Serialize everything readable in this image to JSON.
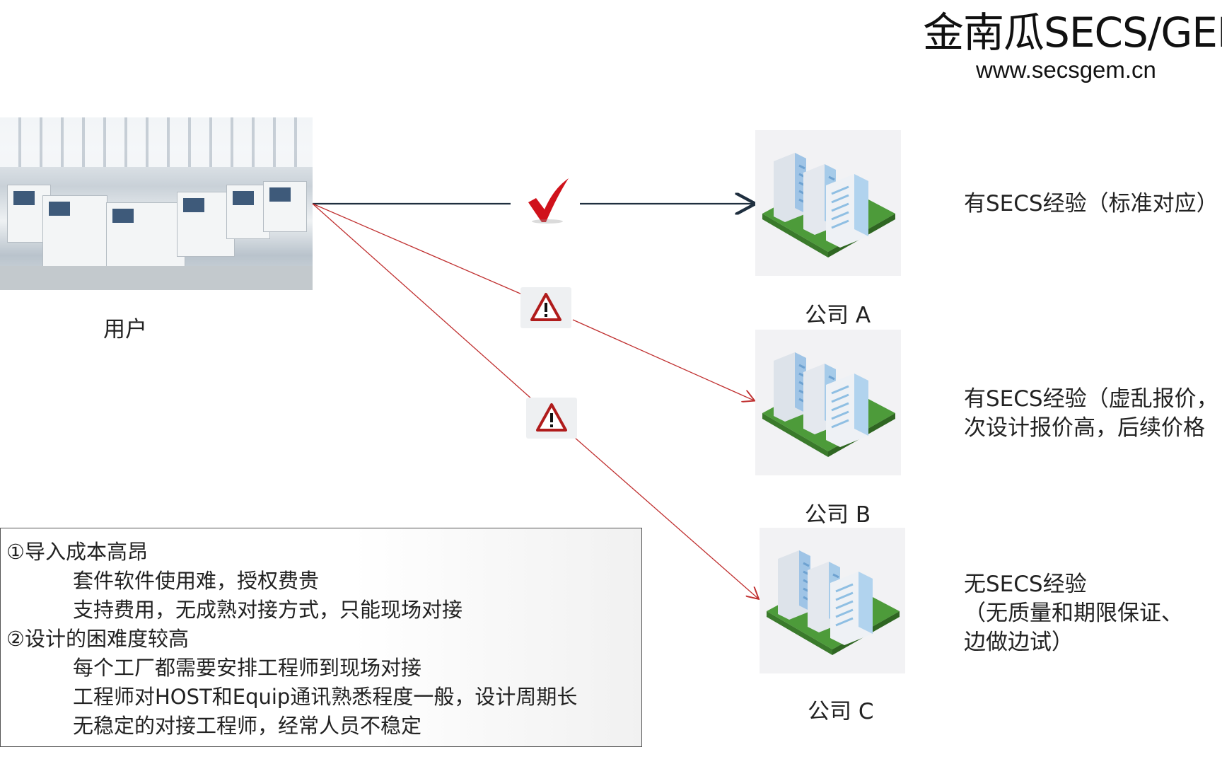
{
  "brand": {
    "title": "金南瓜SECS/GEM",
    "url": "www.secsgem.cn"
  },
  "user_label": "用户",
  "companies": [
    {
      "label": "公司 A",
      "description": [
        "有SECS经验（标准对应）"
      ]
    },
    {
      "label": "公司 B",
      "description": [
        "有SECS经验（虚乱报价，",
        "次设计报价高，后续价格"
      ]
    },
    {
      "label": "公司 C",
      "description": [
        "无SECS经验",
        "（无质量和期限保证、",
        "边做边试）"
      ]
    }
  ],
  "problems": [
    "①导入成本高昂",
    "套件软件使用难，授权费贵",
    "支持费用，无成熟对接方式，只能现场对接",
    "②设计的困难度较高",
    "每个工厂都需要安排工程师到现场对接",
    "工程师对HOST和Equip通讯熟悉程度一般，设计周期长",
    "无稳定的对接工程师，经常人员不稳定"
  ],
  "connections": [
    {
      "to": "公司 A",
      "status": "check-icon",
      "color": "#1f2f3f"
    },
    {
      "to": "公司 B",
      "status": "warning-icon",
      "color": "#c03030"
    },
    {
      "to": "公司 C",
      "status": "warning-icon",
      "color": "#c03030"
    }
  ]
}
